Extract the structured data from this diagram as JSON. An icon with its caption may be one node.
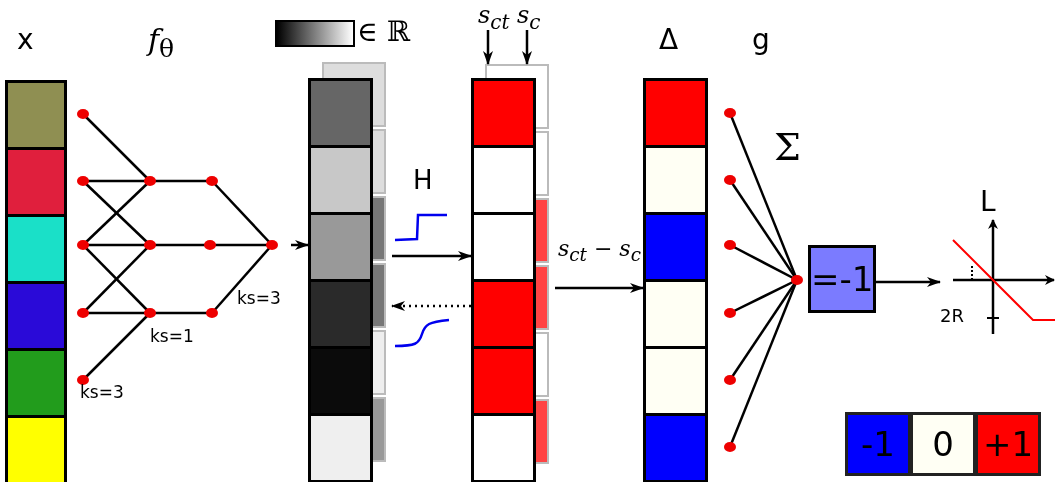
{
  "diagram": {
    "nodes": [
      {
        "text": [
          "x"
        ]
      },
      {
        "text": [
          "*f*$_{θ}$",
          "ks=3",
          "ks=1",
          "ks=3"
        ]
      },
      {
        "text": [],
        "shape": "bar"
      },
      {
        "text": [
          "s$_{ct}$"
        ]
      },
      {
        "text": [
          "s$_{c}$"
        ]
      },
      {
        "text": [],
        "shape": "bar"
      },
      {
        "text": [
          "Δ"
        ]
      },
      {
        "text": [
          "g",
          "Σ"
        ]
      },
      {
        "text": [
          "=-1"
        ]
      },
      {
        "text": [
          "L",
          "2R"
        ]
      }
    ],
    "edges": [
      {
        "from": 1,
        "to": 2,
        "arrow": "to"
      },
      {
        "from": 2,
        "to": 5,
        "arrow": "to",
        "label": "H"
      },
      {
        "from": 5,
        "to": 2,
        "arrow": "to",
        "style": "dashed"
      },
      {
        "from": 3,
        "to": 5,
        "arrow": "to"
      },
      {
        "from": 4,
        "to": 5,
        "arrow": "to"
      },
      {
        "from": 5,
        "to": 6,
        "arrow": "to",
        "label": "s$_{ct}$ − s$_{c}$"
      },
      {
        "from": 8,
        "to": 9,
        "arrow": "to"
      }
    ],
    "legend": [
      {
        "text": "∈ ℝ"
      },
      {
        "text": "-1",
        "color": "#0000ff"
      },
      {
        "text": "0",
        "color": "#fffff4"
      },
      {
        "text": "+1",
        "color": "#ff0000"
      }
    ]
  }
}
